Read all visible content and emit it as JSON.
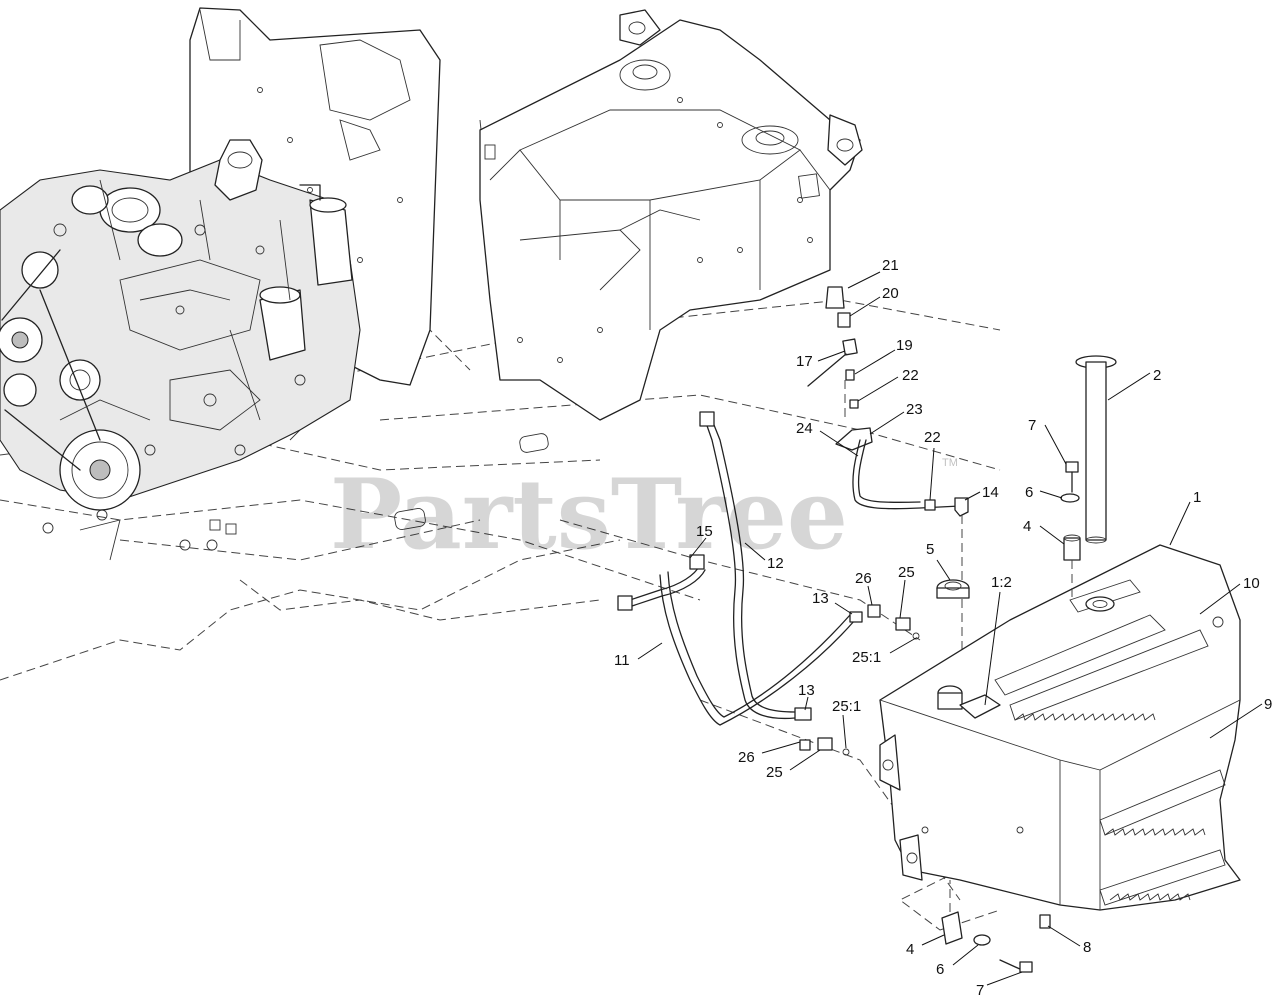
{
  "watermark": {
    "text": "PartsTree",
    "trademark": "TM"
  },
  "callouts": [
    {
      "id": "c-21a",
      "label": "21"
    },
    {
      "id": "c-20",
      "label": "20"
    },
    {
      "id": "c-19",
      "label": "19"
    },
    {
      "id": "c-17",
      "label": "17"
    },
    {
      "id": "c-22a",
      "label": "22"
    },
    {
      "id": "c-23",
      "label": "23"
    },
    {
      "id": "c-24",
      "label": "24"
    },
    {
      "id": "c-22b",
      "label": "22"
    },
    {
      "id": "c-14",
      "label": "14"
    },
    {
      "id": "c-2",
      "label": "2"
    },
    {
      "id": "c-7a",
      "label": "7"
    },
    {
      "id": "c-6a",
      "label": "6"
    },
    {
      "id": "c-4a",
      "label": "4"
    },
    {
      "id": "c-1",
      "label": "1"
    },
    {
      "id": "c-10",
      "label": "10"
    },
    {
      "id": "c-9",
      "label": "9"
    },
    {
      "id": "c-5",
      "label": "5"
    },
    {
      "id": "c-1-2",
      "label": "1:2"
    },
    {
      "id": "c-15",
      "label": "15"
    },
    {
      "id": "c-12",
      "label": "12"
    },
    {
      "id": "c-26a",
      "label": "26"
    },
    {
      "id": "c-25a",
      "label": "25"
    },
    {
      "id": "c-13a",
      "label": "13"
    },
    {
      "id": "c-25-1a",
      "label": "25:1"
    },
    {
      "id": "c-11",
      "label": "11"
    },
    {
      "id": "c-13b",
      "label": "13"
    },
    {
      "id": "c-25-1b",
      "label": "25:1"
    },
    {
      "id": "c-26b",
      "label": "26"
    },
    {
      "id": "c-25b",
      "label": "25"
    },
    {
      "id": "c-4b",
      "label": "4"
    },
    {
      "id": "c-6b",
      "label": "6"
    },
    {
      "id": "c-7b",
      "label": "7"
    },
    {
      "id": "c-8",
      "label": "8"
    }
  ]
}
